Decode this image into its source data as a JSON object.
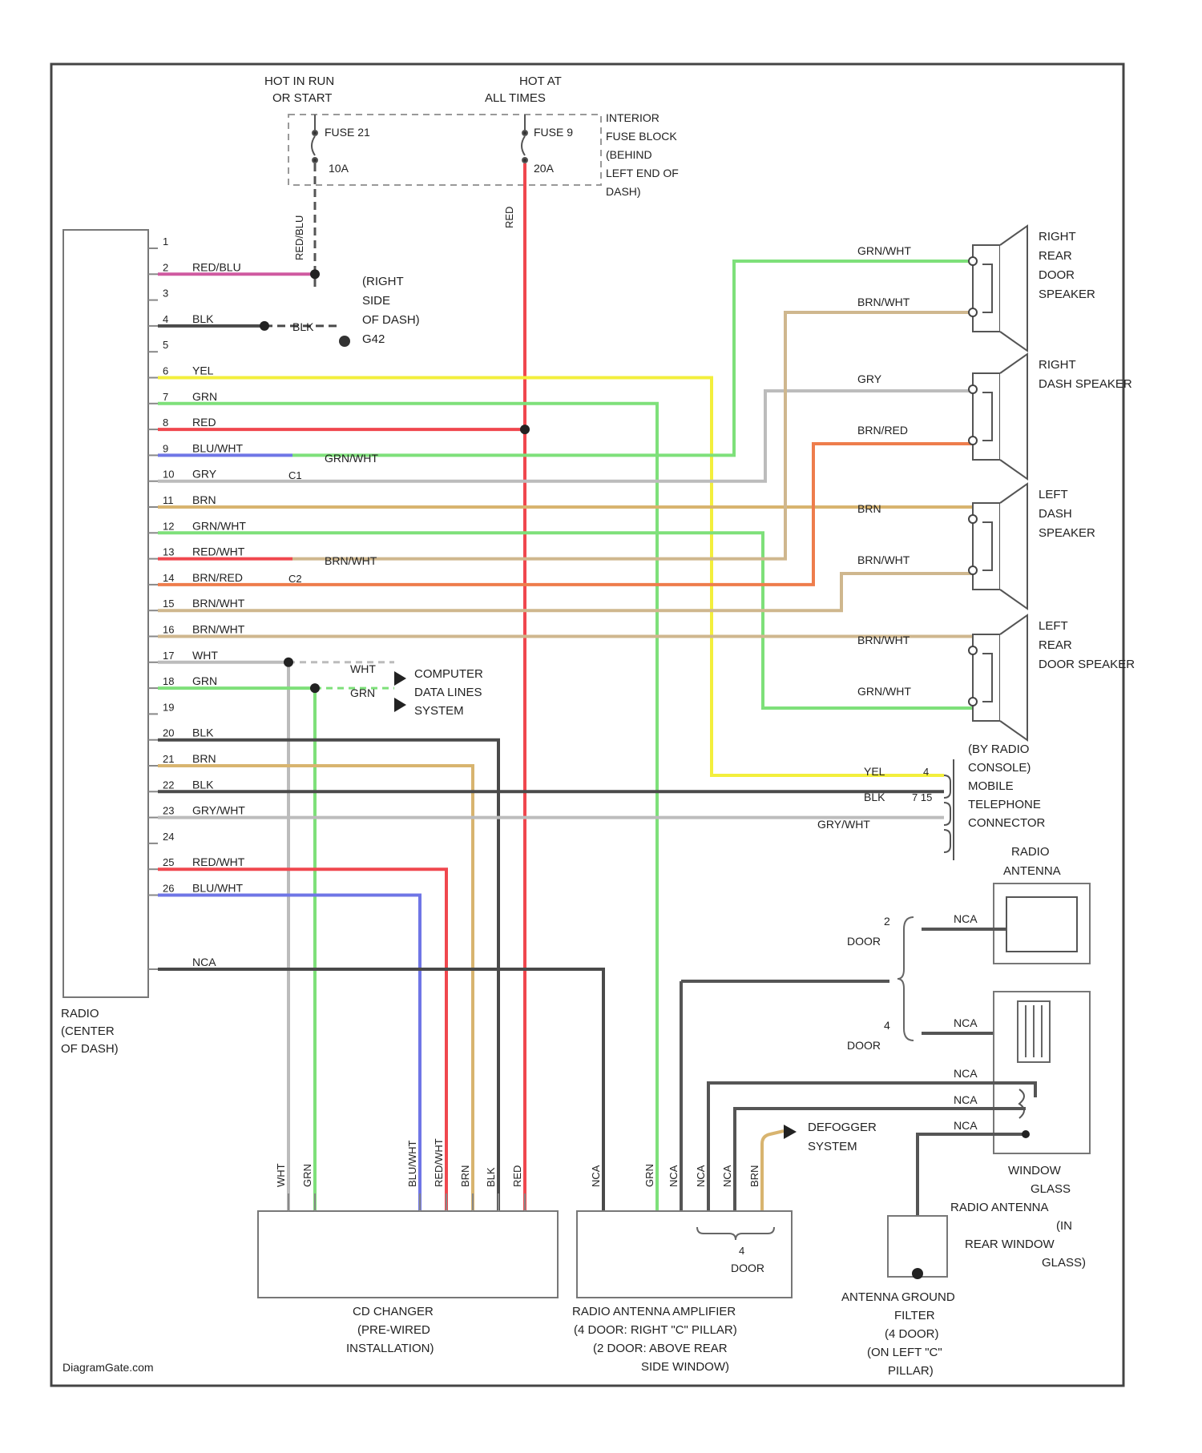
{
  "title_blocks": {
    "hot_run": [
      "HOT IN RUN",
      "OR START"
    ],
    "hot_all": [
      "HOT AT",
      "ALL TIMES"
    ],
    "fuse_block": [
      "INTERIOR",
      "FUSE BLOCK",
      "(BEHIND",
      "LEFT END OF",
      "DASH)"
    ],
    "fuse21": "FUSE 21",
    "fuse21_amp": "10A",
    "fuse9": "FUSE 9",
    "fuse9_amp": "20A",
    "feed_run_wire": "RED/BLU",
    "feed_all_wire": "RED"
  },
  "radio": {
    "label": [
      "RADIO",
      "(CENTER",
      "OF DASH)"
    ],
    "pins": [
      {
        "n": "1",
        "wire": ""
      },
      {
        "n": "2",
        "wire": "RED/BLU"
      },
      {
        "n": "3",
        "wire": ""
      },
      {
        "n": "4",
        "wire": "BLK"
      },
      {
        "n": "5",
        "wire": ""
      },
      {
        "n": "6",
        "wire": "YEL"
      },
      {
        "n": "7",
        "wire": "GRN"
      },
      {
        "n": "8",
        "wire": "RED"
      },
      {
        "n": "9",
        "wire": "BLU/WHT"
      },
      {
        "n": "10",
        "wire": "GRY"
      },
      {
        "n": "11",
        "wire": "BRN"
      },
      {
        "n": "12",
        "wire": "GRN/WHT"
      },
      {
        "n": "13",
        "wire": "RED/WHT"
      },
      {
        "n": "14",
        "wire": "BRN/RED"
      },
      {
        "n": "15",
        "wire": "BRN/WHT"
      },
      {
        "n": "16",
        "wire": "BRN/WHT"
      },
      {
        "n": "17",
        "wire": "WHT"
      },
      {
        "n": "18",
        "wire": "GRN"
      },
      {
        "n": "19",
        "wire": ""
      },
      {
        "n": "20",
        "wire": "BLK"
      },
      {
        "n": "21",
        "wire": "BRN"
      },
      {
        "n": "22",
        "wire": "BLK"
      },
      {
        "n": "23",
        "wire": "GRY/WHT"
      },
      {
        "n": "24",
        "wire": ""
      },
      {
        "n": "25",
        "wire": "RED/WHT"
      },
      {
        "n": "26",
        "wire": "BLU/WHT"
      },
      {
        "n": "",
        "wire": "NCA"
      }
    ]
  },
  "ground": {
    "label": [
      "(RIGHT",
      "SIDE",
      "OF DASH)",
      "G42"
    ],
    "wire": "BLK"
  },
  "splice_labels": {
    "c1_wire": "GRN/WHT",
    "c2_wire": "BRN/WHT"
  },
  "computer": {
    "label": [
      "COMPUTER",
      "DATA LINES",
      "SYSTEM"
    ],
    "wht": "WHT",
    "grn": "GRN"
  },
  "speakers": {
    "rr": {
      "label": [
        "RIGHT",
        "REAR",
        "DOOR",
        "SPEAKER"
      ],
      "w1": "GRN/WHT",
      "w2": "BRN/WHT"
    },
    "rd": {
      "label": [
        "RIGHT",
        "DASH SPEAKER"
      ],
      "w1": "GRY",
      "w2": "BRN/RED"
    },
    "ld": {
      "label": [
        "LEFT",
        "DASH",
        "SPEAKER"
      ],
      "w1": "BRN",
      "w2": "BRN/WHT"
    },
    "lr": {
      "label": [
        "LEFT",
        "REAR",
        "DOOR SPEAKER"
      ],
      "w1": "BRN/WHT",
      "w2": "GRN/WHT"
    }
  },
  "phone": {
    "label": [
      "(BY RADIO",
      "CONSOLE)",
      "MOBILE",
      "TELEPHONE",
      "CONNECTOR"
    ],
    "yel": "YEL",
    "yel_pin": "4",
    "blk": "BLK",
    "blk_pin": "7 15",
    "grywht": "GRY/WHT"
  },
  "antenna": {
    "label": [
      "RADIO",
      "ANTENNA"
    ],
    "door2": [
      "2",
      "DOOR"
    ],
    "door4": [
      "4",
      "DOOR"
    ],
    "nca": "NCA",
    "window": [
      "WINDOW",
      "GLASS",
      "RADIO ANTENNA",
      "(IN",
      "REAR WINDOW",
      "GLASS)"
    ]
  },
  "defogger": [
    "DEFOGGER",
    "SYSTEM"
  ],
  "cd_changer": {
    "label": [
      "CD CHANGER",
      "(PRE-WIRED",
      "INSTALLATION)"
    ],
    "wires": [
      "WHT",
      "GRN",
      "BLU/WHT",
      "RED/WHT",
      "BRN",
      "BLK",
      "RED"
    ]
  },
  "amplifier": {
    "label": [
      "RADIO ANTENNA AMPLIFIER",
      "(4 DOOR: RIGHT \"C\" PILLAR)",
      "(2 DOOR: ABOVE REAR",
      "SIDE WINDOW)"
    ],
    "wires": [
      "NCA",
      "GRN",
      "NCA",
      "NCA",
      "NCA",
      "BRN"
    ],
    "door": [
      "4",
      "DOOR"
    ]
  },
  "filter": {
    "label": [
      "ANTENNA GROUND",
      "FILTER",
      "(4 DOOR)",
      "(ON LEFT \"C\"",
      "PILLAR)"
    ]
  },
  "footer": "DiagramGate.com",
  "colors": {
    "red": "#f0474e",
    "green": "#7ee07a",
    "yellow": "#f3ef3c",
    "blue": "#6f76e6",
    "pink": "#cf5aa0",
    "brown": "#d8b46f",
    "orange": "#ee7d4c",
    "gray": "#bcbcbc",
    "black": "#4a4a4a",
    "tan": "#cfb78e"
  }
}
